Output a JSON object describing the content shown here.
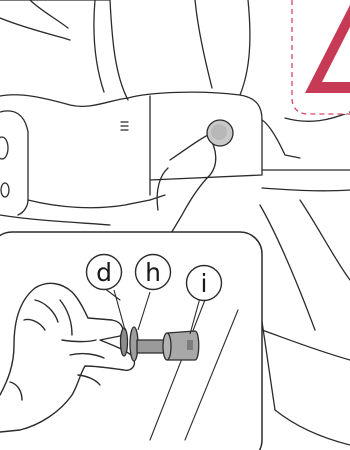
{
  "callouts": [
    {
      "id": "d",
      "label": "d"
    },
    {
      "id": "h",
      "label": "h"
    },
    {
      "id": "i",
      "label": "i"
    }
  ],
  "warning_icon": {
    "icon": "warning-triangle-icon",
    "color": "#c73a55",
    "border_color": "#d6475f"
  }
}
